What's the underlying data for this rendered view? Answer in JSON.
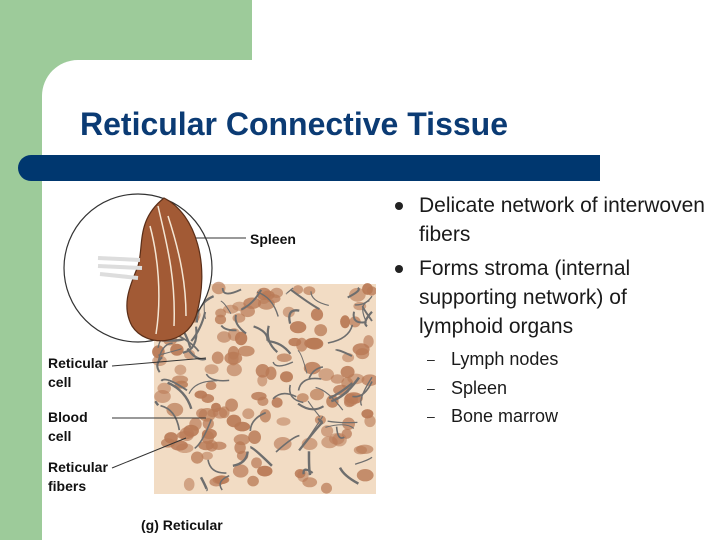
{
  "slide": {
    "title": "Reticular Connective Tissue",
    "bullets": [
      {
        "text": "Delicate network of interwoven fibers"
      },
      {
        "text": "Forms stroma (internal supporting network) of lymphoid organs"
      }
    ],
    "sub_bullets": [
      "Lymph nodes",
      "Spleen",
      "Bone marrow"
    ]
  },
  "figure": {
    "labels": {
      "spleen": "Spleen",
      "reticular_cell_1": "Reticular",
      "reticular_cell_2": "cell",
      "blood_cell_1": "Blood",
      "blood_cell_2": "cell",
      "reticular_fibers_1": "Reticular",
      "reticular_fibers_2": "fibers",
      "caption": "(g) Reticular"
    }
  },
  "colors": {
    "green_accent": "#9dcb9a",
    "title_blue": "#0b3b74",
    "rule_navy": "#00376f",
    "tissue_bg": "#f2dcc4",
    "cell_brown": "#b97a56",
    "fiber_gray": "#6e6e6e"
  }
}
